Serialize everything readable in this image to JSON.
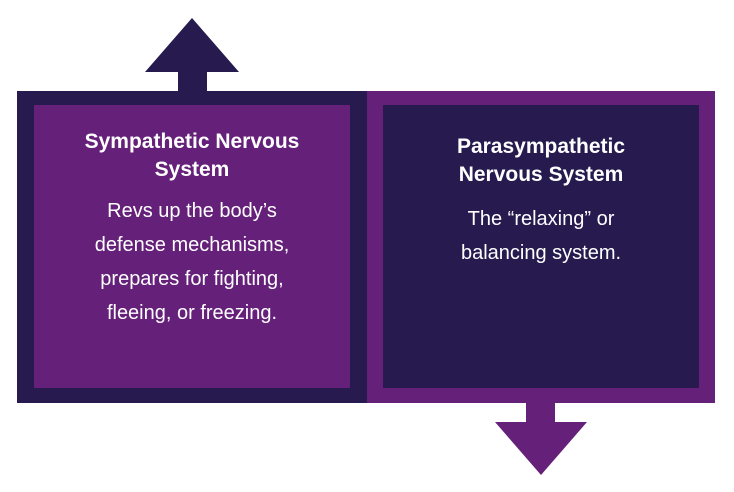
{
  "colors": {
    "navy": "#261a4f",
    "purple": "#65207a",
    "text": "#ffffff"
  },
  "sympathetic": {
    "title": "Sympathetic Nervous System",
    "description": "Revs up the body’s defense mechanisms, prepares for fighting, fleeing, or freezing.",
    "arrow_icon": "arrow-up-icon"
  },
  "parasympathetic": {
    "title": "Parasympathetic Nervous System",
    "description": "The “relaxing” or balancing system.",
    "arrow_icon": "arrow-down-icon"
  }
}
